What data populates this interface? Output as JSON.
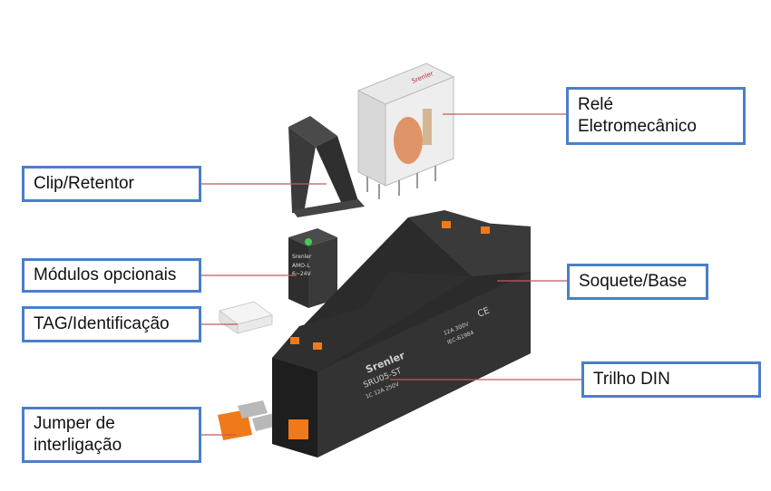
{
  "labels": {
    "rele_line1": "Relé",
    "rele_line2": "Eletromecânico",
    "clip": "Clip/Retentor",
    "modulos": "Módulos opcionais",
    "tag": "TAG/Identificação",
    "jumper_line1": "Jumper de",
    "jumper_line2": "interligação",
    "soquete": "Soquete/Base",
    "trilho": "Trilho DIN"
  },
  "product_text": {
    "relay_brand": "Srenler",
    "module_brand": "Srenler",
    "module_model": "AMO-L",
    "module_voltage": "6~24V",
    "socket_brand": "Srenler",
    "socket_model": "SRU05-ST",
    "socket_rating": "1C 12A 250V",
    "socket_cert1": "12A 300V",
    "socket_cert2": "IEC-61984",
    "socket_ce": "CE"
  },
  "colors": {
    "label_border": "#4a7fc9",
    "leader_line": "#c45a5a",
    "socket_body": "#2b2b2b",
    "accent_orange": "#f07a1a"
  }
}
